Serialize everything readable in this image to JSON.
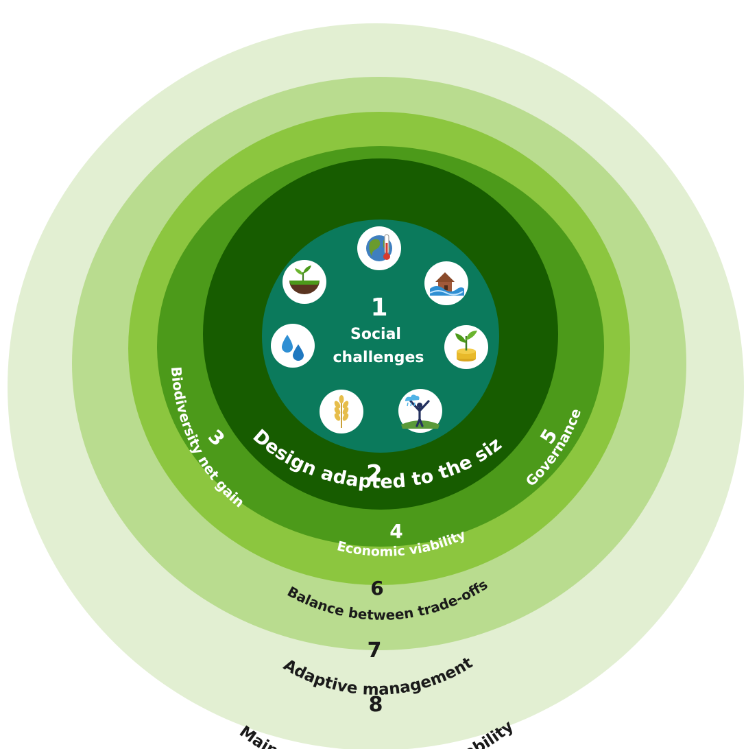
{
  "rings": [
    {
      "number": "1",
      "label_lines": [
        "Social",
        "challenges"
      ],
      "color": "#0b7a5c"
    },
    {
      "number": "2",
      "label": "Design adapted to the size",
      "color": "#175c00"
    },
    {
      "number": "3",
      "label": "Biodiversity net gain",
      "color": "#4c9a1a"
    },
    {
      "number": "4",
      "label": "Economic viability",
      "color": "#4c9a1a"
    },
    {
      "number": "5",
      "label": "Governance",
      "color": "#4c9a1a"
    },
    {
      "number": "6",
      "label": "Balance between trade-offs",
      "color": "#8cc63f"
    },
    {
      "number": "7",
      "label": "Adaptive management",
      "color": "#b9dc8f"
    },
    {
      "number": "8",
      "label": "Mainstreaming and sustainability",
      "color": "#e2efd2"
    }
  ],
  "icons": [
    {
      "name": "climate-thermometer-icon"
    },
    {
      "name": "flood-house-icon"
    },
    {
      "name": "plant-coins-icon"
    },
    {
      "name": "person-cloud-icon"
    },
    {
      "name": "wheat-icon"
    },
    {
      "name": "water-drops-icon"
    },
    {
      "name": "soil-sprout-icon"
    }
  ],
  "colors": {
    "light_text": "#ffffff",
    "dark_text": "#1a1a1a",
    "icon_bg": "#ffffff"
  }
}
